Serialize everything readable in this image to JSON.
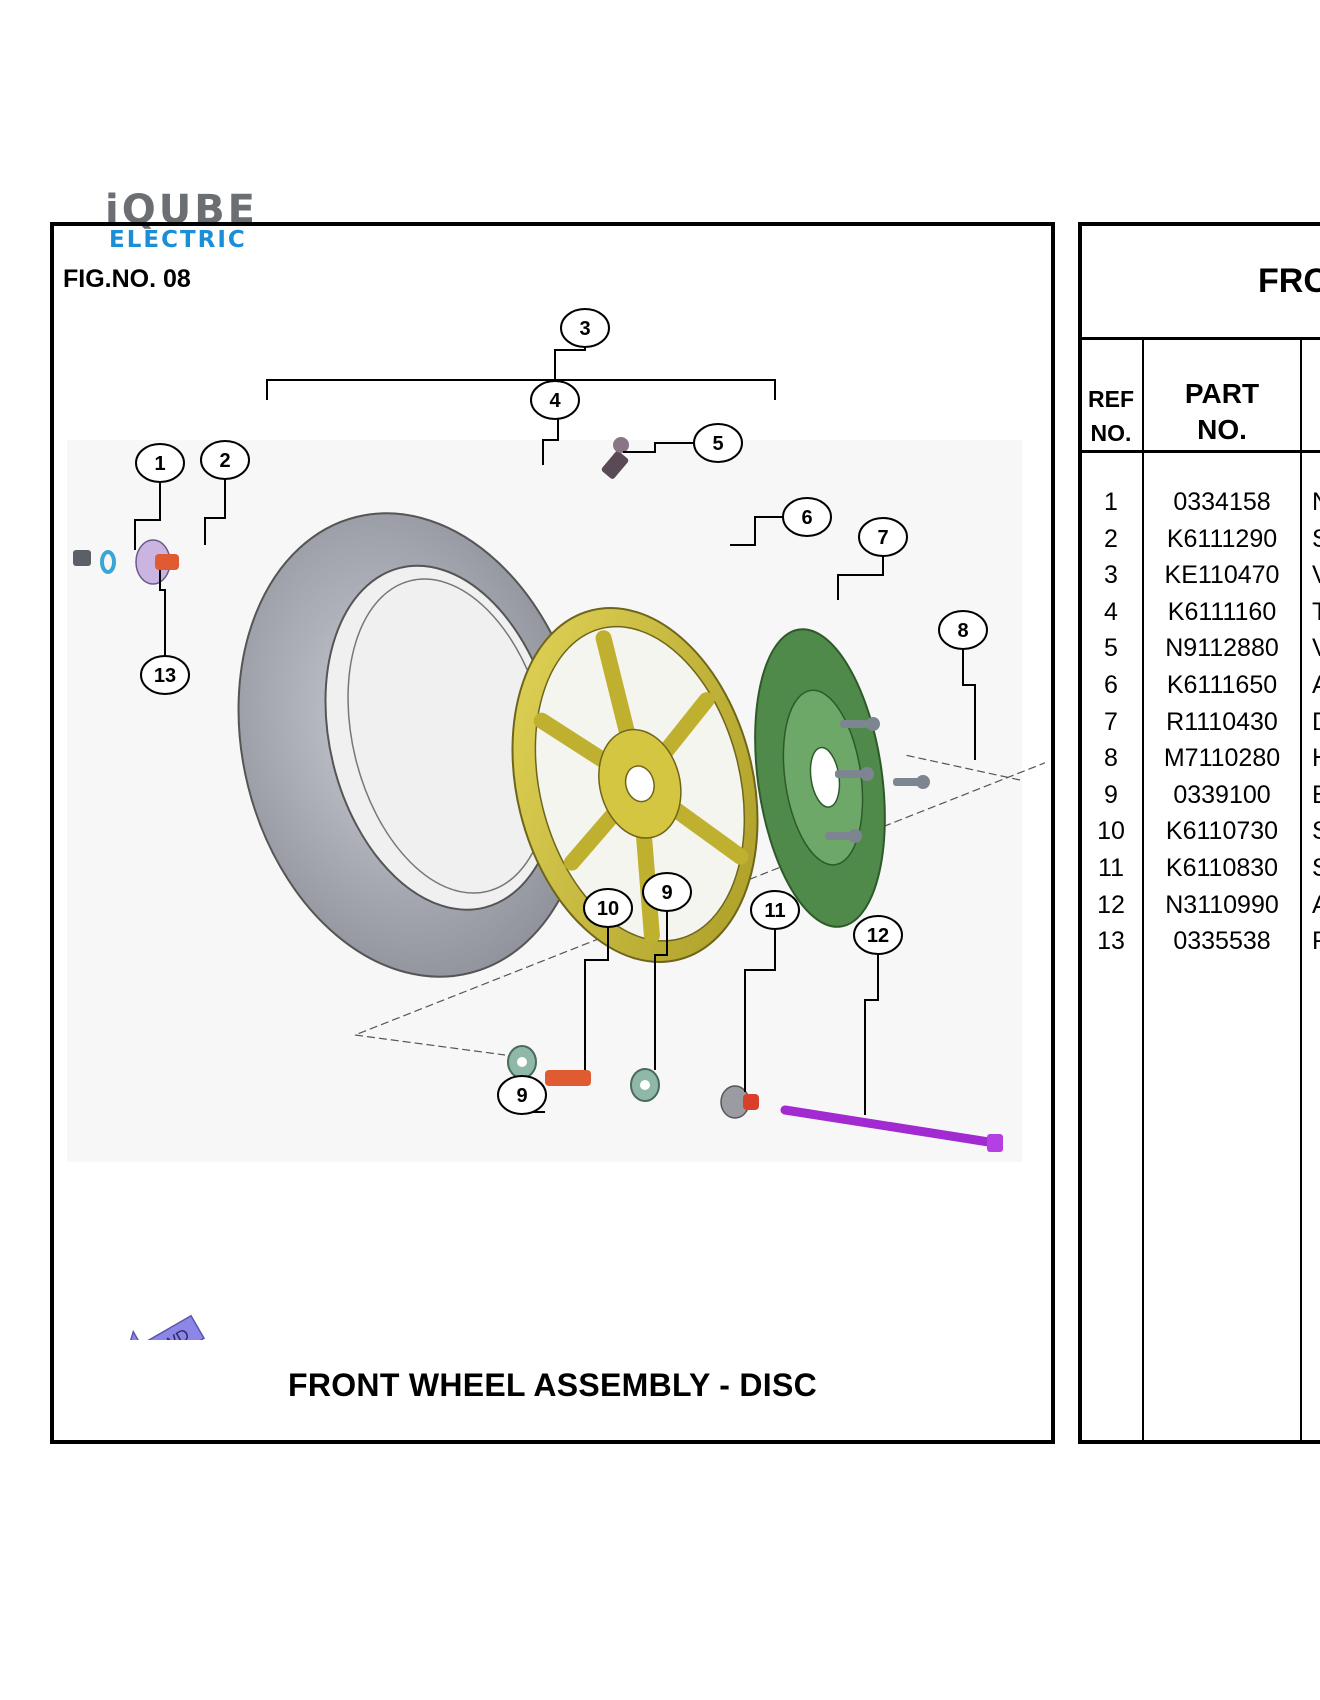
{
  "logo": {
    "line1": "iQUBE",
    "line2": "ELECTRIC"
  },
  "figure": {
    "number_label": "FIG.NO. 08",
    "title": "FRONT WHEEL ASSEMBLY - DISC",
    "fwd_label": "FWD",
    "callouts": [
      "1",
      "2",
      "3",
      "4",
      "5",
      "6",
      "7",
      "8",
      "9",
      "9",
      "10",
      "11",
      "12",
      "13"
    ]
  },
  "table": {
    "heading": "FRO",
    "col_ref": [
      "REF",
      "NO."
    ],
    "col_part": [
      "PART",
      "NO."
    ],
    "rows": [
      {
        "ref": "1",
        "part": "0334158",
        "desc": "N"
      },
      {
        "ref": "2",
        "part": "K6111290",
        "desc": "S"
      },
      {
        "ref": "3",
        "part": "KE110470",
        "desc": "V"
      },
      {
        "ref": "4",
        "part": "K6111160",
        "desc": "T"
      },
      {
        "ref": "5",
        "part": "N9112880",
        "desc": "V"
      },
      {
        "ref": "6",
        "part": "K6111650",
        "desc": "A"
      },
      {
        "ref": "7",
        "part": "R1110430",
        "desc": "D"
      },
      {
        "ref": "8",
        "part": "M7110280",
        "desc": "H"
      },
      {
        "ref": "9",
        "part": "0339100",
        "desc": "B"
      },
      {
        "ref": "10",
        "part": "K6110730",
        "desc": "S"
      },
      {
        "ref": "11",
        "part": "K6110830",
        "desc": "S"
      },
      {
        "ref": "12",
        "part": "N3110990",
        "desc": "A"
      },
      {
        "ref": "13",
        "part": "0335538",
        "desc": "F"
      }
    ]
  },
  "colors": {
    "tyre": "#a9acb4",
    "rim": "#cdbf3a",
    "disc": "#4f8a4a",
    "axle": "#a12ad0",
    "spacer": "#e05a32",
    "washer": "#3aa6d6",
    "fwd_arrow": "#8c86e6",
    "logo_grey": "#6b6e72",
    "logo_blue": "#1a8fd8"
  }
}
